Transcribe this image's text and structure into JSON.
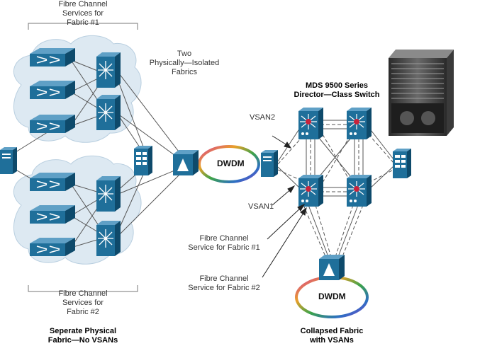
{
  "labels": {
    "fc_services_fabric1_top": "Fibre Channel\nServices for\nFabric #1",
    "two_physically_isolated": "Two\nPhysically—Isolated\nFabrics",
    "fc_services_fabric2_bottom": "Fibre Channel\nServices for\nFabric #2",
    "separate_physical": "Seperate Physical\nFabric—No VSANs",
    "mds_series": "MDS 9500 Series\nDirector—Class Switch",
    "vsan2": "VSAN2",
    "vsan1": "VSAN1",
    "fc_service_fabric1": "Fibre Channel\nService for Fabric #1",
    "fc_service_fabric2": "Fibre Channel\nService for Fabric #2",
    "collapsed_fabric": "Collapsed Fabric\nwith VSANs",
    "dwdm_left": "DWDM",
    "dwdm_right": "DWDM"
  },
  "colors": {
    "cloud": "#dde9f2",
    "switch": "#1f6f9a",
    "switch_dark": "#0e4a6b",
    "line": "#555555",
    "accent_red": "#c8233c"
  },
  "icons": {
    "switch": "fabric-switch-icon",
    "director": "director-switch-icon",
    "server": "server-icon",
    "storage": "storage-array-icon",
    "chassis": "mds-chassis-icon",
    "dwdm_ring": "dwdm-ring-icon"
  }
}
